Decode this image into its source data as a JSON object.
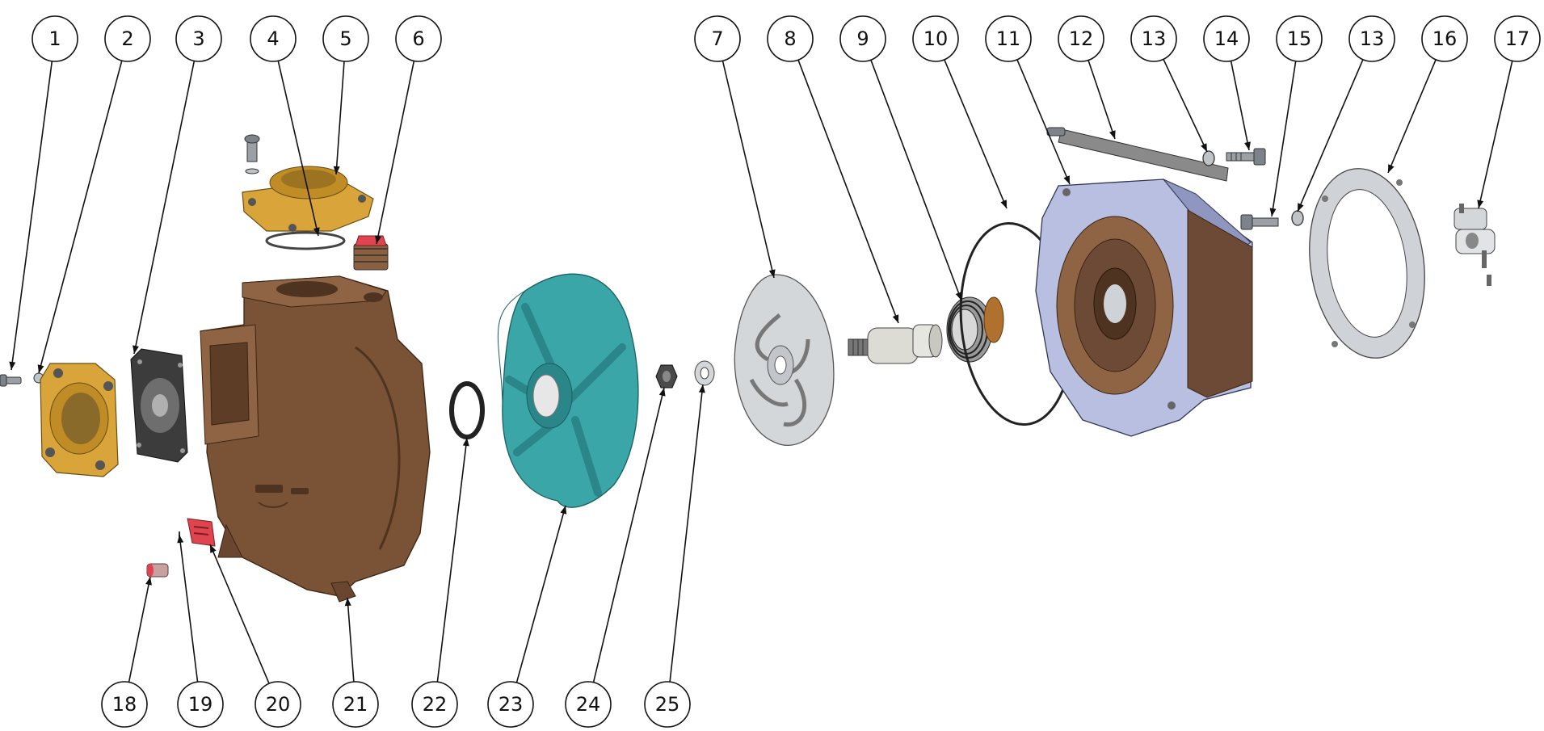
{
  "colors": {
    "housing": "#7a5235",
    "housing_dark": "#4e3320",
    "brass": "#d9a53a",
    "teal": "#3aa6a8",
    "steel": "#cfd3d8",
    "plate_blue": "#b8bfe0",
    "red": "#e0454f",
    "gasket_dark": "#3c3c3c"
  },
  "balloons": [
    {
      "id": "b1",
      "label": "1"
    },
    {
      "id": "b2",
      "label": "2"
    },
    {
      "id": "b3",
      "label": "3"
    },
    {
      "id": "b4",
      "label": "4"
    },
    {
      "id": "b5",
      "label": "5"
    },
    {
      "id": "b6",
      "label": "6"
    },
    {
      "id": "b7",
      "label": "7"
    },
    {
      "id": "b8",
      "label": "8"
    },
    {
      "id": "b9",
      "label": "9"
    },
    {
      "id": "b10",
      "label": "10"
    },
    {
      "id": "b11",
      "label": "11"
    },
    {
      "id": "b12",
      "label": "12"
    },
    {
      "id": "b13a",
      "label": "13"
    },
    {
      "id": "b14",
      "label": "14"
    },
    {
      "id": "b15",
      "label": "15"
    },
    {
      "id": "b13b",
      "label": "13"
    },
    {
      "id": "b16",
      "label": "16"
    },
    {
      "id": "b17",
      "label": "17"
    },
    {
      "id": "b18",
      "label": "18"
    },
    {
      "id": "b19",
      "label": "19"
    },
    {
      "id": "b20",
      "label": "20"
    },
    {
      "id": "b21",
      "label": "21"
    },
    {
      "id": "b22",
      "label": "22"
    },
    {
      "id": "b23",
      "label": "23"
    },
    {
      "id": "b24",
      "label": "24"
    },
    {
      "id": "b25",
      "label": "25"
    }
  ]
}
